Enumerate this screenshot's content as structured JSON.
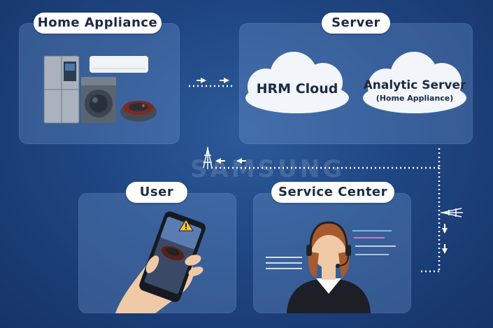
{
  "sections": {
    "home_appliance": "Home Appliance",
    "server": "Server",
    "user": "User",
    "service_center": "Service Center"
  },
  "clouds": {
    "hrm": "HRM Cloud",
    "analytic": "Analytic Server",
    "analytic_sub": "(Home Appliance)"
  },
  "watermark": "SAMSUNG",
  "colors": {
    "background": "#1f4682",
    "panel": "#6f93c8",
    "pill": "#ffffff",
    "text": "#1b2a44"
  },
  "icons": [
    "refrigerator-icon",
    "air-conditioner-icon",
    "washing-machine-icon",
    "robot-vacuum-icon",
    "smartphone-icon",
    "warning-icon",
    "antenna-icon",
    "agent-headset-icon"
  ]
}
